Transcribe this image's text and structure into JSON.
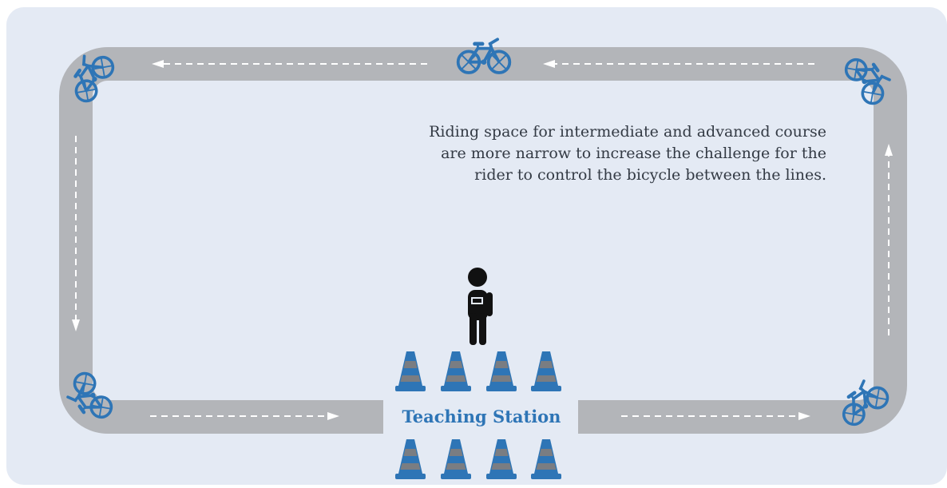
{
  "caption": {
    "line1": "Riding space for intermediate and advanced course",
    "line2": "are more narrow to increase the challenge for the",
    "line3": "rider to control the bicycle between the lines."
  },
  "teaching_station": {
    "label": "Teaching Station"
  },
  "colors": {
    "background_panel": "#e4eaf4",
    "track": "#b3b5b9",
    "accent_blue": "#2e75b6",
    "cone_stripe": "#7a7d82",
    "instructor": "#111111"
  },
  "icons": {
    "bicycle": "bicycle-icon",
    "cone": "traffic-cone-icon",
    "instructor": "instructor-icon",
    "arrow": "dashed-arrow"
  }
}
